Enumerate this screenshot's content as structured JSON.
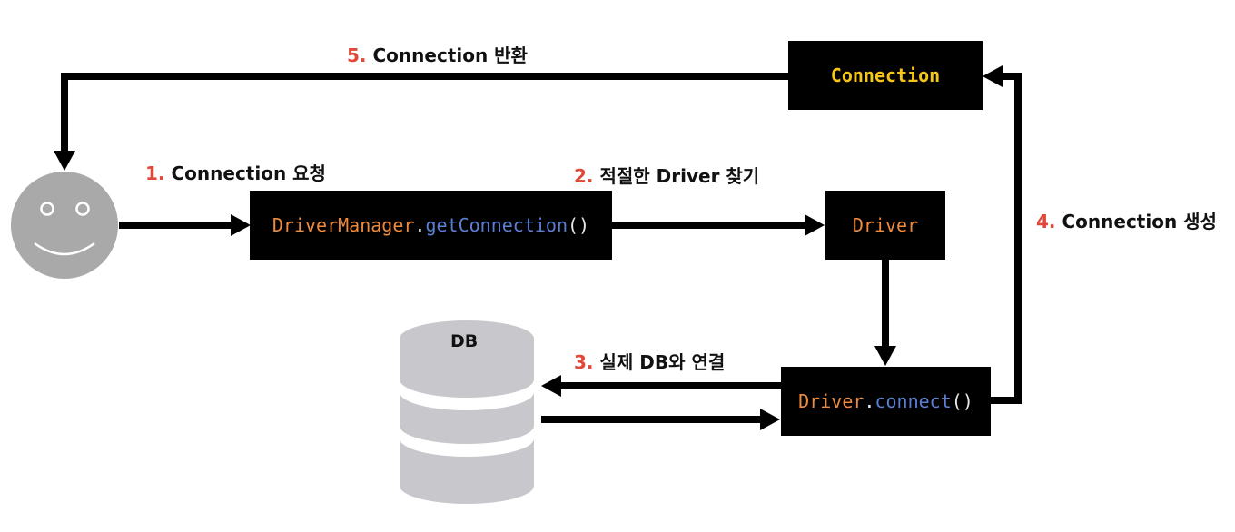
{
  "colors": {
    "box_bg": "#000000",
    "class_name": "#f08a3c",
    "method_name": "#5b7fd6",
    "punctuation": "#e8e8e8",
    "connection_yellow": "#f5c518",
    "step_number": "#e0493a",
    "user_face": "#a9a9a9",
    "db_gray": "#c8c8cc"
  },
  "user": {
    "icon": "smiley-face-icon"
  },
  "boxes": {
    "driver_manager": {
      "class": "DriverManager",
      "dot": ".",
      "method": "getConnection",
      "parens": "()"
    },
    "driver": {
      "label": "Driver"
    },
    "driver_connect": {
      "class": "Driver",
      "dot": ".",
      "method": "connect",
      "parens": "()"
    },
    "connection": {
      "label": "Connection"
    }
  },
  "db": {
    "label": "DB",
    "icon": "database-icon"
  },
  "steps": [
    {
      "num": "1.",
      "text": "Connection 요청"
    },
    {
      "num": "2.",
      "text": "적절한 Driver 찾기"
    },
    {
      "num": "3.",
      "text": "실제 DB와 연결"
    },
    {
      "num": "4.",
      "text": "Connection 생성"
    },
    {
      "num": "5.",
      "text": "Connection 반환"
    }
  ]
}
